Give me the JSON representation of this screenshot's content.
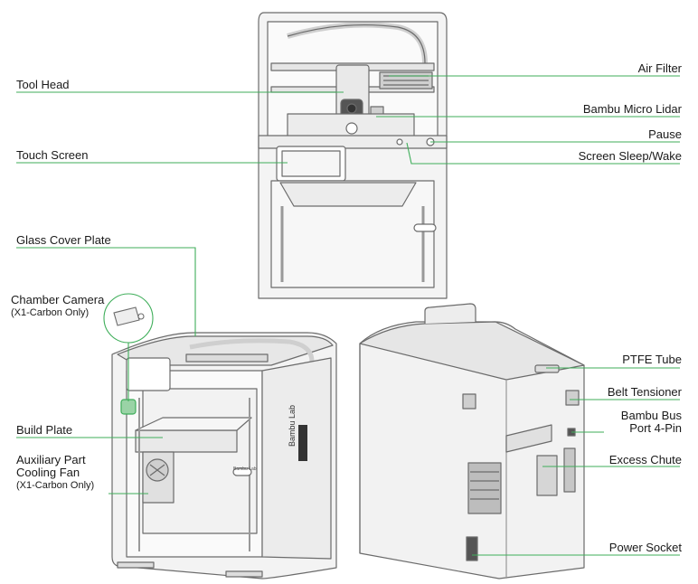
{
  "colors": {
    "leader": "#3fae5a",
    "outline": "#6b6b6b",
    "panel": "#f3f3f3",
    "shade": "#e4e4e4"
  },
  "labels": {
    "tool_head": "Tool Head",
    "touch_screen": "Touch Screen",
    "glass_cover_plate": "Glass Cover Plate",
    "chamber_camera": "Chamber Camera",
    "chamber_camera_note": "(X1-Carbon Only)",
    "build_plate": "Build Plate",
    "aux_fan_line1": "Auxiliary Part",
    "aux_fan_line2": "Cooling Fan",
    "aux_fan_note": "(X1-Carbon Only)",
    "air_filter": "Air Filter",
    "micro_lidar": "Bambu Micro Lidar",
    "pause": "Pause",
    "screen_sleep_wake": "Screen Sleep/Wake",
    "ptfe_tube": "PTFE Tube",
    "belt_tensioner": "Belt Tensioner",
    "bus_port_line1": "Bambu Bus",
    "bus_port_line2": "Port 4-Pin",
    "excess_chute": "Excess Chute",
    "power_socket": "Power Socket"
  },
  "brand": {
    "front_logo": "Bambu Lab",
    "plate_badge": "Bambu Lab"
  }
}
